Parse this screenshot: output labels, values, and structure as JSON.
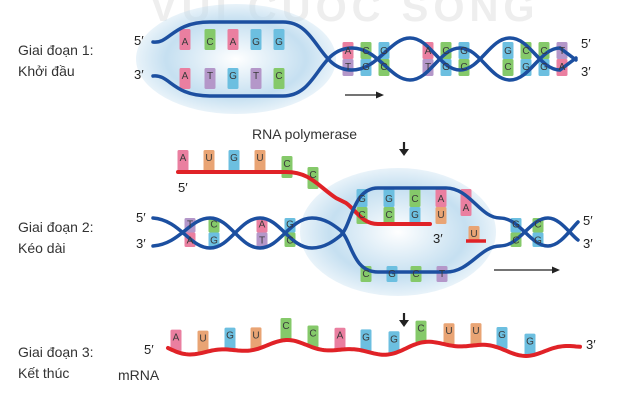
{
  "watermark": "VUI CUOC SONG",
  "stage1": {
    "label_line1": "Giai đoạn 1:",
    "label_line2": "Khởi đầu",
    "end_left_top": "5′",
    "end_left_bottom": "3′",
    "end_right_top": "5′",
    "end_right_bottom": "3′",
    "bubble_top_bases": [
      "A",
      "C",
      "A",
      "G",
      "G"
    ],
    "bubble_bottom_bases": [
      "A",
      "T",
      "G",
      "T",
      "C"
    ],
    "helix_top_bases": [
      "A",
      "C",
      "G",
      "A",
      "C",
      "G",
      "G",
      "C",
      "C",
      "T"
    ],
    "helix_bottom_bases": [
      "T",
      "G",
      "C",
      "T",
      "G",
      "C",
      "C",
      "G",
      "G",
      "A"
    ]
  },
  "enzyme_label": "RNA polymerase",
  "stage2": {
    "label_line1": "Giai đoạn 2:",
    "label_line2": "Kéo dài",
    "end_left_top": "5′",
    "end_left_bottom": "3′",
    "end_right_top": "5′",
    "end_right_bottom": "3′",
    "rna_end_5": "5′",
    "rna_end_3": "3′",
    "rna_bases": [
      "A",
      "U",
      "G",
      "U",
      "C",
      "C"
    ],
    "left_top_bases": [
      "T",
      "C",
      "A",
      "G"
    ],
    "left_bottom_bases": [
      "A",
      "G",
      "T",
      "C"
    ],
    "bubble_template_bases": [
      "G",
      "G",
      "C",
      "A"
    ],
    "bubble_rna_bases": [
      "C",
      "C",
      "G",
      "U"
    ],
    "bubble_bottom_bases": [
      "C",
      "G",
      "C",
      "T"
    ],
    "incoming_base": "A",
    "incoming_pair": "U",
    "right_top_bases": [
      "G",
      "C"
    ],
    "right_bottom_bases": [
      "C",
      "G"
    ]
  },
  "stage3": {
    "label_line1": "Giai đoạn 3:",
    "label_line2": "Kết thúc",
    "mrna_label": "mRNA",
    "end_5": "5′",
    "end_3": "3′",
    "mrna_bases": [
      "A",
      "U",
      "G",
      "U",
      "C",
      "C",
      "A",
      "G",
      "G",
      "C",
      "U",
      "U",
      "G",
      "G"
    ]
  },
  "colors": {
    "dna_strand": "#1c4fa0",
    "rna_strand": "#e02227",
    "bubble": "#bfdcef",
    "base_A": "#ea7fa0",
    "base_T": "#b497c9",
    "base_U": "#e9a474",
    "base_G": "#6cbfe0",
    "base_C": "#85c96a"
  }
}
